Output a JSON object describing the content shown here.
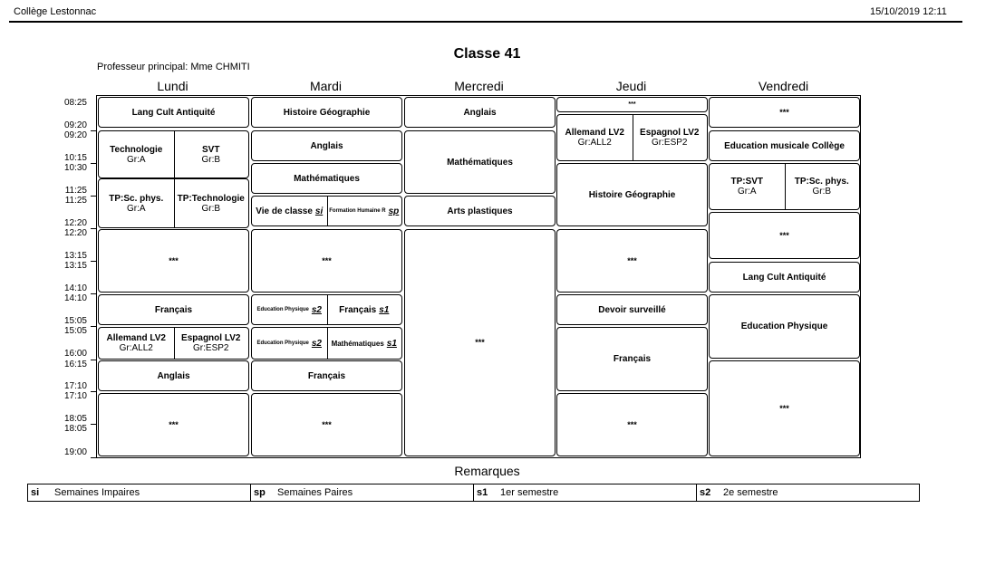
{
  "header": {
    "school": "Collège Lestonnac",
    "datetime": "15/10/2019  12:11"
  },
  "title": "Classe 41",
  "professor": "Professeur principal: Mme CHMITI",
  "days": [
    "Lundi",
    "Mardi",
    "Mercredi",
    "Jeudi",
    "Vendredi"
  ],
  "times": [
    "08:25",
    "09:20",
    "09:20",
    "10:15",
    "10:30",
    "11:25",
    "11:25",
    "12:20",
    "12:20",
    "13:15",
    "13:15",
    "14:10",
    "14:10",
    "15:05",
    "15:05",
    "16:00",
    "16:15",
    "17:10",
    "17:10",
    "18:05",
    "18:05",
    "19:00"
  ],
  "lundi": {
    "c1": "Lang Cult Antiquité",
    "c2a": "Technologie",
    "c2a_g": "Gr:A",
    "c2b": "SVT",
    "c2b_g": "Gr:B",
    "c3a": "TP:Sc. phys.",
    "c3a_g": "Gr:A",
    "c3b": "TP:Technologie",
    "c3b_g": "Gr:B",
    "c4": "***",
    "c5": "Français",
    "c6a": "Allemand LV2",
    "c6a_g": "Gr:ALL2",
    "c6b": "Espagnol LV2",
    "c6b_g": "Gr:ESP2",
    "c7": "Anglais",
    "c8": "***"
  },
  "mardi": {
    "c1": "Histoire Géographie",
    "c2": "Anglais",
    "c3": "Mathématiques",
    "c4a": "Vie de classe",
    "c4a_tag": "si",
    "c4b": "Formation Humaine R",
    "c4b_tag": "sp",
    "c5": "***",
    "c6a": "Education Physique",
    "c6a_tag": "s2",
    "c6b": "Français",
    "c6b_tag": "s1",
    "c7a": "Education Physique",
    "c7a_tag": "s2",
    "c7b": "Mathématiques",
    "c7b_tag": "s1",
    "c8": "Français",
    "c9": "***"
  },
  "mercredi": {
    "c1": "Anglais",
    "c2": "Mathématiques",
    "c3": "Arts plastiques",
    "c4": "***"
  },
  "jeudi": {
    "c1": "***",
    "c2a": "Allemand LV2",
    "c2a_g": "Gr:ALL2",
    "c2b": "Espagnol LV2",
    "c2b_g": "Gr:ESP2",
    "c3": "Histoire Géographie",
    "c4": "***",
    "c5": "Devoir surveillé",
    "c6": "Français",
    "c7": "***"
  },
  "vendredi": {
    "c1": "***",
    "c2": "Education musicale Collège",
    "c3a": "TP:SVT",
    "c3a_g": "Gr:A",
    "c3b": "TP:Sc. phys.",
    "c3b_g": "Gr:B",
    "c4": "***",
    "c5": "Lang Cult Antiquité",
    "c6": "Education Physique",
    "c7": "***"
  },
  "remarks": {
    "title": "Remarques",
    "items": [
      {
        "code": "si",
        "label": "Semaines Impaires"
      },
      {
        "code": "sp",
        "label": "Semaines Paires"
      },
      {
        "code": "s1",
        "label": "1er semestre"
      },
      {
        "code": "s2",
        "label": "2e semestre"
      }
    ]
  }
}
